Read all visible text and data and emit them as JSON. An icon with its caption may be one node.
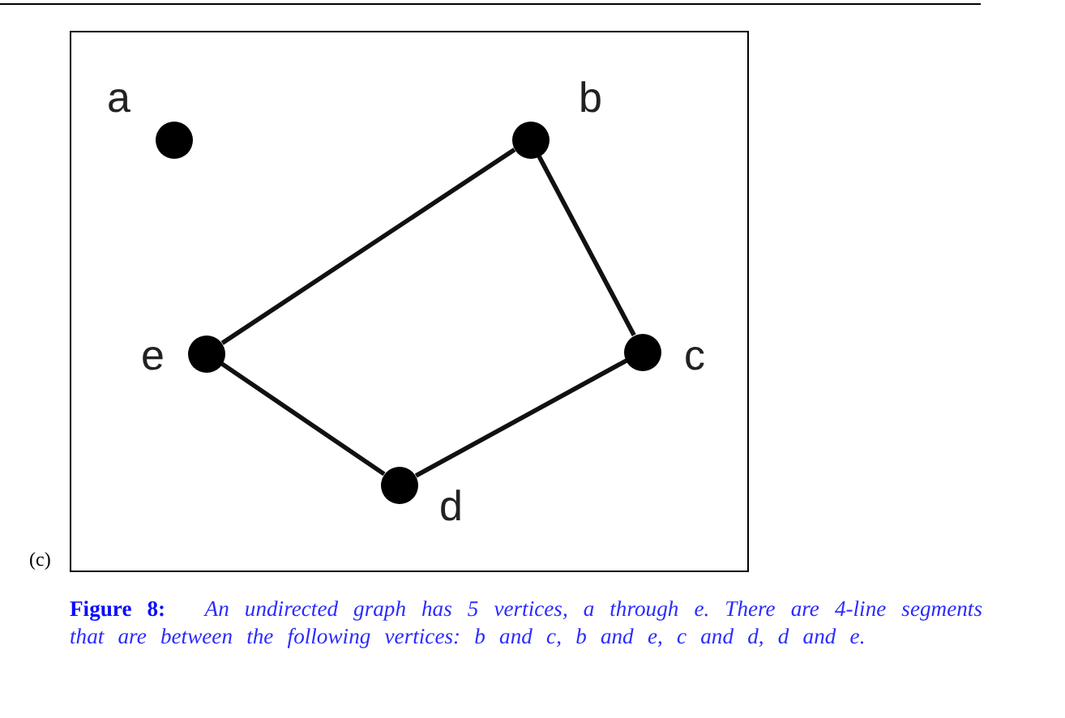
{
  "diagram": {
    "caption": "**Figure 8:** An undirected graph has 5 vertices, a through e. There are 4-line segments that are between the following vertices: b and c, b and e, c and d, d and e.",
    "nodes": [
      {
        "text": [],
        "shape": "circle",
        "beside": [
          "a"
        ]
      },
      {
        "text": [],
        "shape": "circle",
        "beside": [
          "b"
        ]
      },
      {
        "text": [],
        "shape": "circle",
        "beside": [
          "e"
        ]
      },
      {
        "text": [],
        "shape": "circle",
        "beside": [
          "c"
        ]
      },
      {
        "text": [],
        "shape": "circle",
        "beside": [
          "d"
        ]
      }
    ],
    "edges": [
      {
        "from": 1,
        "to": 3,
        "arrow": "none"
      },
      {
        "from": 1,
        "to": 2,
        "arrow": "none"
      },
      {
        "from": 3,
        "to": 4,
        "arrow": "none"
      },
      {
        "from": 4,
        "to": 2,
        "arrow": "none"
      }
    ],
    "labels": [
      "(c)"
    ]
  }
}
